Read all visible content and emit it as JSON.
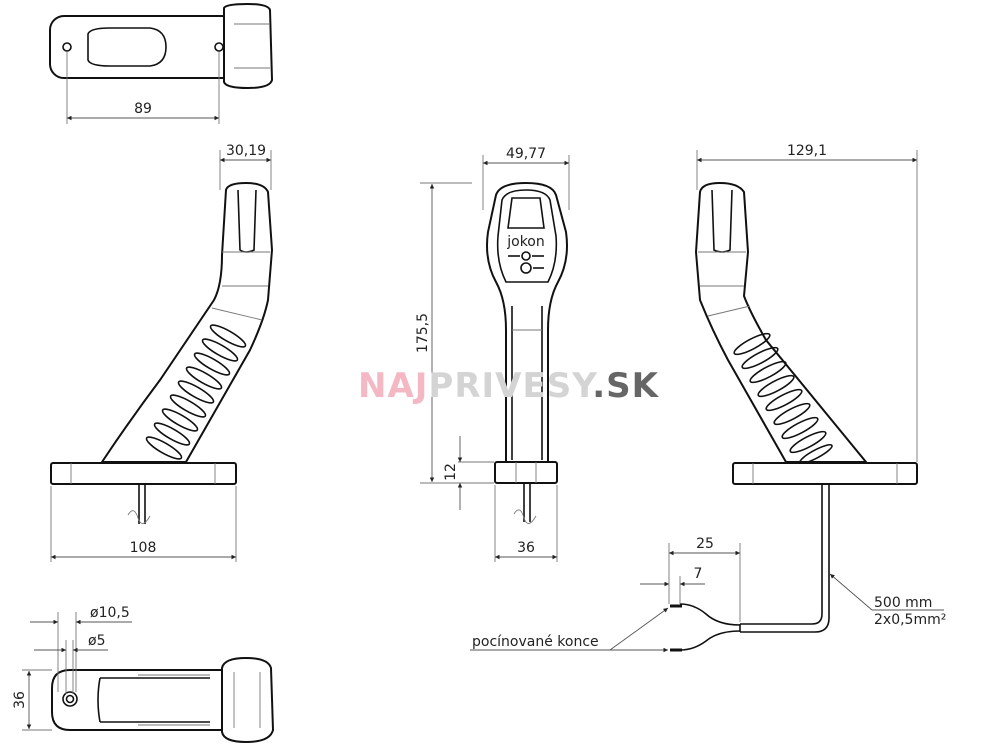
{
  "drawing": {
    "top_view": {
      "width_label": "89"
    },
    "side_view_left": {
      "top_width_label": "30,19",
      "base_width_label": "108"
    },
    "front_view": {
      "top_width_label": "49,77",
      "height_label": "175,5",
      "base_height_label": "12",
      "base_width_label": "36",
      "logo_text": "jokon"
    },
    "side_view_right": {
      "overall_width_label": "129,1"
    },
    "cable": {
      "strip_length_label": "25",
      "tinned_length_label": "7",
      "tinned_ends_label": "pocínované konce",
      "length_label": "500 mm",
      "cross_section_label": "2x0,5mm²"
    },
    "bottom_view": {
      "outer_diameter_label": "ø10,5",
      "hole_diameter_label": "ø5",
      "height_label": "36"
    }
  },
  "watermark": {
    "part1": "NAJ",
    "part2": "PRIVESY",
    "part3": ".SK",
    "color1": "#f4b8c4",
    "color2": "#d4d4d4",
    "color3": "#666666"
  }
}
